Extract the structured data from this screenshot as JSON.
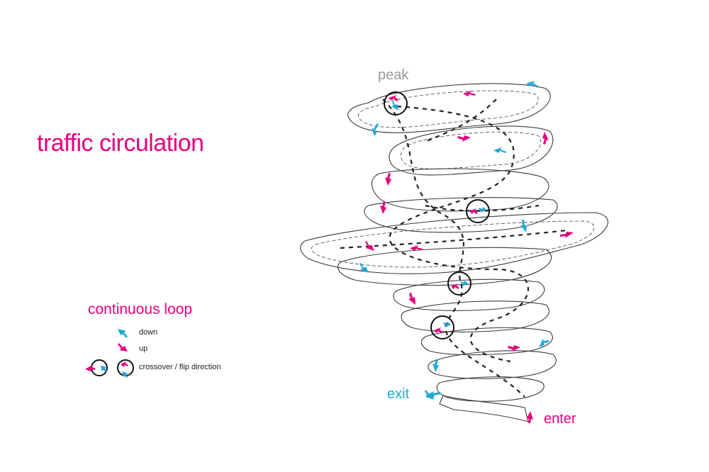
{
  "title": "traffic circulation",
  "labels": {
    "peak": "peak",
    "exit": "exit",
    "enter": "enter"
  },
  "legend": {
    "title": "continuous loop",
    "down": "down",
    "up": "up",
    "crossover": "crossover / flip direction"
  },
  "colors": {
    "title": "#e6007e",
    "up_arrow": "#e6007e",
    "down_arrow": "#1fa8d6",
    "peak_label": "#9a9a9a",
    "ramp_line": "#3a3a3a",
    "crossover_circle": "#111111"
  }
}
